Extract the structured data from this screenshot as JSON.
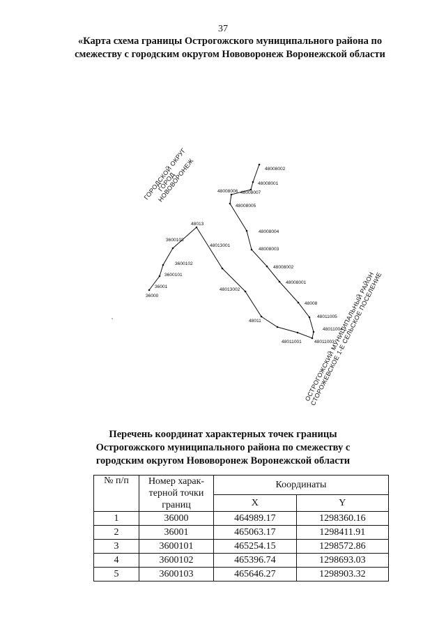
{
  "page": {
    "number": "37"
  },
  "title": "«Карта схема границы Острогожского муниципального района по смежеству с городским округом Нововоронеж Воронежской области",
  "map": {
    "region_north": {
      "line1": "ГОРОДСКОЙ ОКРУГ",
      "line2": "ГОРОД",
      "line3": "НОВОВОРОНЕЖ"
    },
    "region_south": {
      "line1": "ОСТРОГОЖСКИЙ МУНИЦИПАЛЬНЫЙ РАЙОН",
      "line2": "СТОРОЖЕВСКОЕ 1-Е СЕЛЬСКОЕ ПОСЕЛЕНИЕ"
    },
    "points": [
      "48008002",
      "48008001",
      "48008006",
      "48008007",
      "48008005",
      "48008004",
      "48008003",
      "48008002",
      "48008001",
      "48008",
      "48011005",
      "48011004",
      "48011003",
      "48011001",
      "48011",
      "48013002",
      "48013001",
      "48013",
      "3600103",
      "3600102",
      "3600101",
      "36001",
      "36000"
    ]
  },
  "table": {
    "title": "Перечень координат характерных точек границы Острогожского муниципального района по смежеству с городским округом Нововоронеж Воронежской области",
    "headers": {
      "num": "№ п/п",
      "point": "Номер харак-терной точки границ",
      "coords": "Координаты",
      "x": "X",
      "y": "Y"
    },
    "rows": [
      {
        "n": "1",
        "point": "36000",
        "x": "464989.17",
        "y": "1298360.16"
      },
      {
        "n": "2",
        "point": "36001",
        "x": "465063.17",
        "y": "1298411.91"
      },
      {
        "n": "3",
        "point": "3600101",
        "x": "465254.15",
        "y": "1298572.86"
      },
      {
        "n": "4",
        "point": "3600102",
        "x": "465396.74",
        "y": "1298693.03"
      },
      {
        "n": "5",
        "point": "3600103",
        "x": "465646.27",
        "y": "1298903.32"
      }
    ]
  }
}
